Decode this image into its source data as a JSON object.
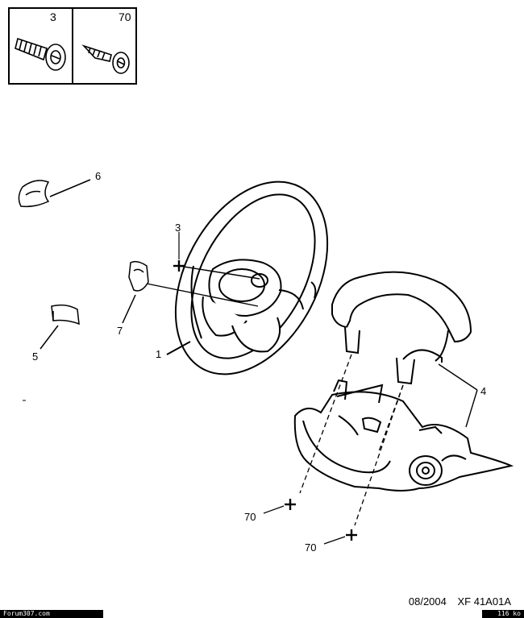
{
  "legend": {
    "items": [
      {
        "ref": "3",
        "icon": "bolt-icon"
      },
      {
        "ref": "70",
        "icon": "screw-icon"
      }
    ]
  },
  "callouts": {
    "c6": "6",
    "c3": "3",
    "c7": "7",
    "c5": "5",
    "c1": "1",
    "c4": "4",
    "c70a": "70",
    "c70b": "70"
  },
  "footer": {
    "date": "08/2004",
    "code": "XF 41A01A",
    "site": "Forum307.com",
    "size": "116 ko"
  }
}
